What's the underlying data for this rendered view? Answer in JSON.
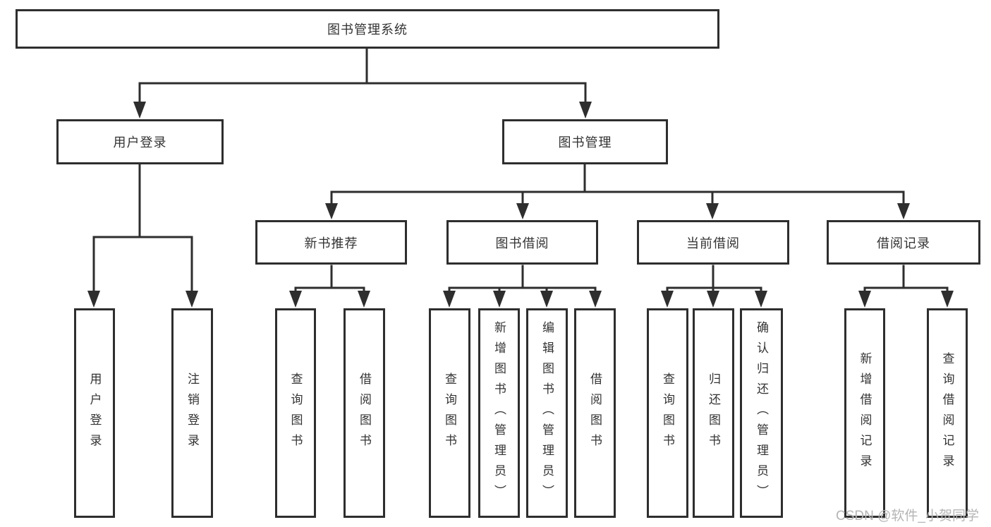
{
  "diagram": {
    "root": {
      "label": "图书管理系统"
    },
    "level2": {
      "user_login": {
        "label": "用户登录"
      },
      "book_management": {
        "label": "图书管理"
      }
    },
    "level3": {
      "new_books": {
        "label": "新书推荐"
      },
      "book_borrowing": {
        "label": "图书借阅"
      },
      "current_borrowing": {
        "label": "当前借阅"
      },
      "borrowing_records": {
        "label": "借阅记录"
      }
    },
    "leaves": {
      "user_login": [
        "用户登录",
        "注销登录"
      ],
      "new_books": [
        "查询图书",
        "借阅图书"
      ],
      "book_borrowing": [
        "查询图书",
        "新增图书（管理员）",
        "编辑图书（管理员）",
        "借阅图书"
      ],
      "current_borrowing": [
        "查询图书",
        "归还图书",
        "确认归还（管理员）"
      ],
      "borrowing_records": [
        "新增借阅记录",
        "查询借阅记录"
      ]
    },
    "colors": {
      "line": "#2e2e2e",
      "box_border": "#2e2e2e",
      "text": "#333333",
      "background": "#ffffff"
    }
  },
  "watermark": {
    "text": "CSDN @软件_小贺同学",
    "color": "#b5b5b5"
  }
}
